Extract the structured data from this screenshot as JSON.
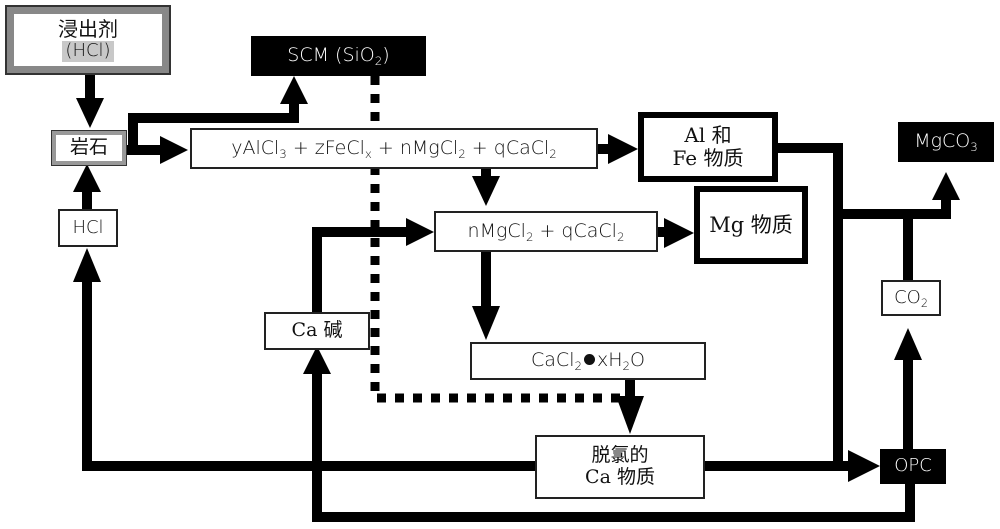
{
  "diagram": {
    "title": "",
    "nodes": {
      "leachant": {
        "line1": "浸出剂",
        "line2": "(HCl)"
      },
      "rock": {
        "label": "岩石"
      },
      "scm": {
        "label": "SCM (SiO",
        "sub": "2",
        "suffix": ")"
      },
      "mixed_chlorides": {
        "t1": "yAlCl",
        "s1": "3",
        "t2": " + zFeCl",
        "s2": "x",
        "t3": " + nMgCl",
        "s3": "2",
        "t4": " + qCaCl",
        "s4": "2"
      },
      "al_fe": {
        "line1": "Al 和",
        "line2": "Fe 物质"
      },
      "mg_ca_chlorides": {
        "t1": "nMgCl",
        "s1": "2",
        "t2": " + qCaCl",
        "s2": "2"
      },
      "mg_species": {
        "label": "Mg 物质"
      },
      "hcl_recycle": {
        "label": "HCl"
      },
      "ca_base": {
        "label": "Ca 碱"
      },
      "cacl2_hydrate": {
        "t1": "CaCl",
        "s1": "2",
        "t2": "xH",
        "s2": "2",
        "t3": "O"
      },
      "dechlorinated_ca": {
        "line1": "脱氯的",
        "line2": "Ca 物质"
      },
      "mgco3": {
        "t1": "MgCO",
        "s1": "3"
      },
      "co2": {
        "t1": "CO",
        "s1": "2"
      },
      "opc": {
        "label": "OPC"
      }
    },
    "edges": [
      {
        "from": "leachant",
        "to": "rock",
        "style": "solid"
      },
      {
        "from": "rock",
        "to": "scm",
        "style": "solid"
      },
      {
        "from": "rock",
        "to": "mixed_chlorides",
        "style": "solid"
      },
      {
        "from": "mixed_chlorides",
        "to": "al_fe",
        "style": "solid"
      },
      {
        "from": "mixed_chlorides",
        "to": "mg_ca_chlorides",
        "style": "solid"
      },
      {
        "from": "mg_ca_chlorides",
        "to": "mg_species",
        "style": "solid"
      },
      {
        "from": "mg_ca_chlorides",
        "to": "cacl2_hydrate",
        "style": "solid"
      },
      {
        "from": "cacl2_hydrate",
        "to": "dechlorinated_ca",
        "style": "solid"
      },
      {
        "from": "scm",
        "to": "dechlorinated_ca",
        "style": "dashed"
      },
      {
        "from": "dechlorinated_ca",
        "to": "hcl_recycle",
        "style": "solid"
      },
      {
        "from": "hcl_recycle",
        "to": "rock",
        "style": "solid"
      },
      {
        "from": "dechlorinated_ca",
        "to": "opc",
        "style": "solid"
      },
      {
        "from": "al_fe",
        "to": "opc",
        "style": "solid"
      },
      {
        "from": "al_fe",
        "to": "mgco3",
        "style": "solid"
      },
      {
        "from": "opc",
        "to": "co2",
        "style": "solid"
      },
      {
        "from": "co2",
        "to": "mgco3",
        "style": "solid"
      },
      {
        "from": "opc",
        "to": "ca_base",
        "style": "solid"
      },
      {
        "from": "ca_base",
        "to": "mg_ca_chlorides",
        "style": "solid"
      }
    ]
  }
}
